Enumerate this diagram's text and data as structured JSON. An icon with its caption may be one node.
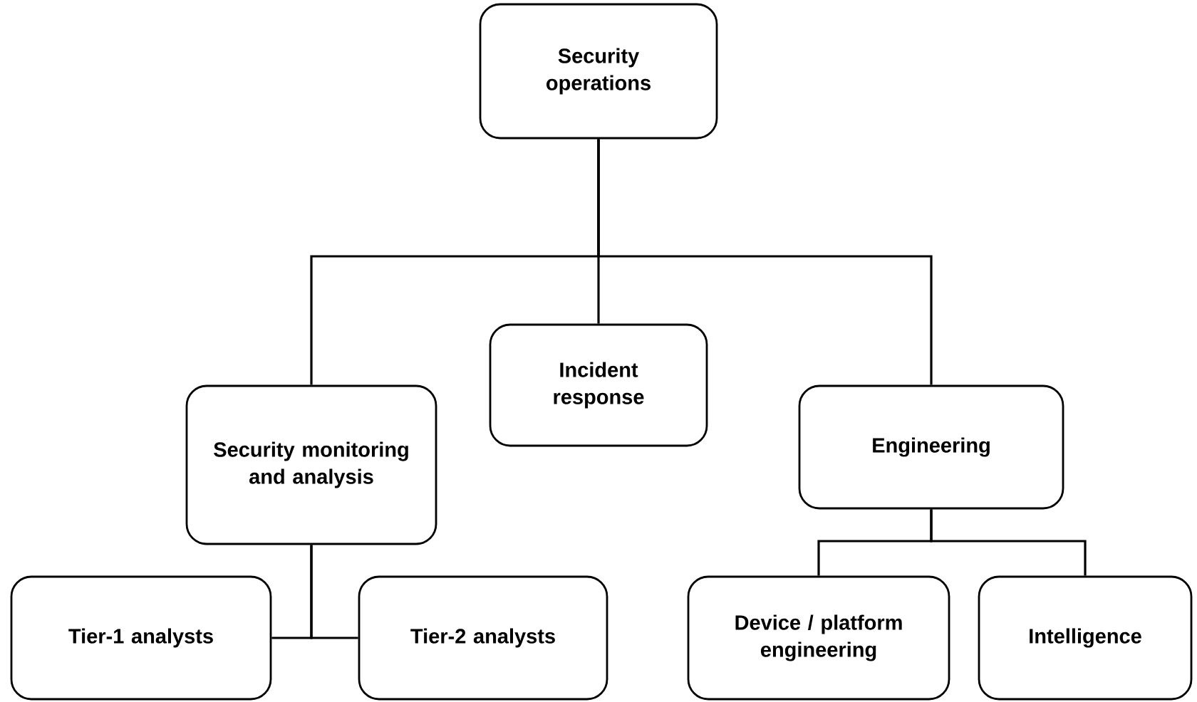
{
  "diagram": {
    "nodes": [
      {
        "text": [
          "Security operations"
        ]
      },
      {
        "text": [
          "Security monitoring and analysis"
        ]
      },
      {
        "text": [
          "Incident response"
        ]
      },
      {
        "text": [
          "Engineering"
        ]
      },
      {
        "text": [
          "Tier-1 analysts"
        ]
      },
      {
        "text": [
          "Tier-2 analysts"
        ]
      },
      {
        "text": [
          "Device / platform engineering"
        ]
      },
      {
        "text": [
          "Intelligence"
        ]
      }
    ],
    "edges": [
      {
        "from": 0,
        "to": 1,
        "arrow": "none"
      },
      {
        "from": 0,
        "to": 2,
        "arrow": "none"
      },
      {
        "from": 0,
        "to": 3,
        "arrow": "none"
      },
      {
        "from": 1,
        "to": 4,
        "arrow": "none"
      },
      {
        "from": 1,
        "to": 5,
        "arrow": "none"
      },
      {
        "from": 3,
        "to": 6,
        "arrow": "none"
      },
      {
        "from": 3,
        "to": 7,
        "arrow": "none"
      }
    ]
  }
}
